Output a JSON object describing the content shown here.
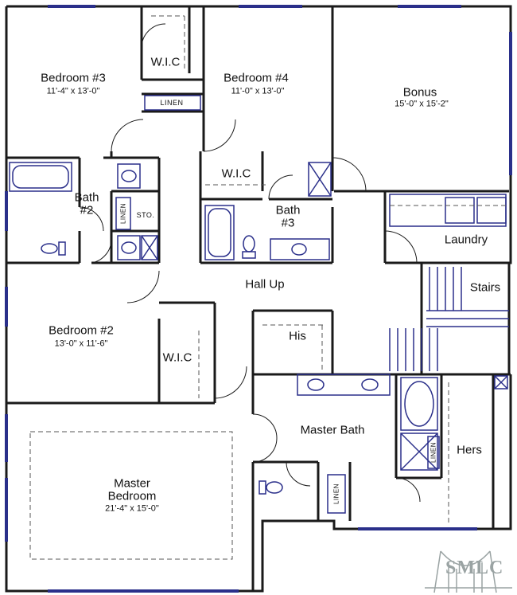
{
  "rooms": {
    "bedroom3": {
      "name": "Bedroom #3",
      "dims": "11'-4\" x 13'-0\""
    },
    "bedroom4": {
      "name": "Bedroom #4",
      "dims": "11'-0\" x 13'-0\""
    },
    "bonus": {
      "name": "Bonus",
      "dims": "15'-0\" x 15'-2\""
    },
    "wic_top": {
      "name": "W.I.C"
    },
    "linen_top": {
      "name": "LINEN"
    },
    "wic_bath3": {
      "name": "W.I.C"
    },
    "bath2": {
      "name_line1": "Bath",
      "name_line2": "#2"
    },
    "linen_bath2": {
      "name": "LINEN"
    },
    "sto": {
      "name": "STO."
    },
    "bath3": {
      "name_line1": "Bath",
      "name_line2": "#3"
    },
    "laundry": {
      "name": "Laundry"
    },
    "stairs": {
      "name": "Stairs"
    },
    "hall": {
      "name": "Hall Up"
    },
    "bedroom2": {
      "name": "Bedroom #2",
      "dims": "13'-0\" x 11'-6\""
    },
    "wic_bed2": {
      "name": "W.I.C"
    },
    "his": {
      "name": "His"
    },
    "master_bath": {
      "name": "Master Bath"
    },
    "hers": {
      "name": "Hers"
    },
    "linen_master_shower": {
      "name": "LINEN"
    },
    "linen_master": {
      "name": "LINEN"
    },
    "master_bedroom": {
      "name_line1": "Master",
      "name_line2": "Bedroom",
      "dims": "21'-4\" x 15'-0\""
    }
  },
  "logo": {
    "text": "SMLC"
  },
  "colors": {
    "wall": "#1a1a1a",
    "fixture": "#2a2f8a",
    "dashed": "#555555",
    "logo": "#9aa3a3"
  }
}
